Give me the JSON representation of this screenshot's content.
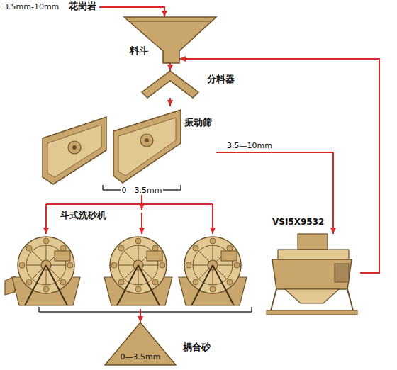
{
  "diagram": {
    "nodes": [
      {
        "text": [
          "3.5mm-10mm",
          "花岗岩"
        ]
      },
      {
        "text": [
          "料斗"
        ]
      },
      {
        "text": [
          "分料器"
        ]
      },
      {
        "text": [
          "振动筛"
        ]
      },
      {
        "text": [
          "斗式洗砂机"
        ]
      },
      {
        "text": [
          "VSI5X9532"
        ]
      },
      {
        "text": [
          "0—3.5mm",
          "耦合砂"
        ]
      }
    ],
    "edges": [
      {
        "from": 0,
        "to": 1,
        "arrow": "to"
      },
      {
        "from": 1,
        "to": 2,
        "arrow": "to"
      },
      {
        "from": 2,
        "to": 3,
        "arrow": "to"
      },
      {
        "from": 3,
        "to": 5,
        "arrow": "to",
        "label": "3.5—10mm"
      },
      {
        "from": 3,
        "to": 4,
        "arrow": "to",
        "label": "0—3.5mm"
      },
      {
        "from": 5,
        "to": 1,
        "arrow": "to"
      },
      {
        "from": 4,
        "to": 6,
        "arrow": "to"
      }
    ]
  }
}
